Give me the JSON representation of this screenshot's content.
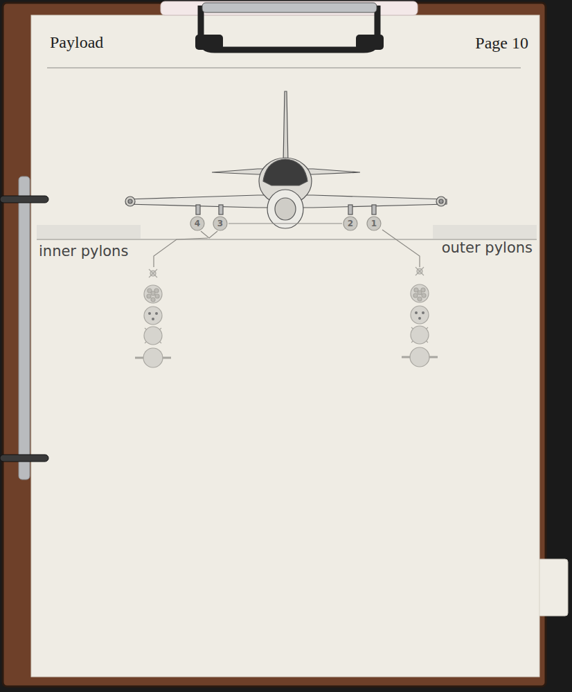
{
  "diagram": {
    "title": "Payload",
    "nodes": [
      {
        "text": [
          "4"
        ]
      },
      {
        "text": [
          "3"
        ]
      },
      {
        "text": [
          "2"
        ]
      },
      {
        "text": [
          "1"
        ]
      }
    ],
    "edges": [
      {
        "from": 1,
        "to": 2,
        "arrow": "none"
      }
    ],
    "labels": [
      "Page 10",
      "inner pylons",
      "outer pylons"
    ]
  }
}
